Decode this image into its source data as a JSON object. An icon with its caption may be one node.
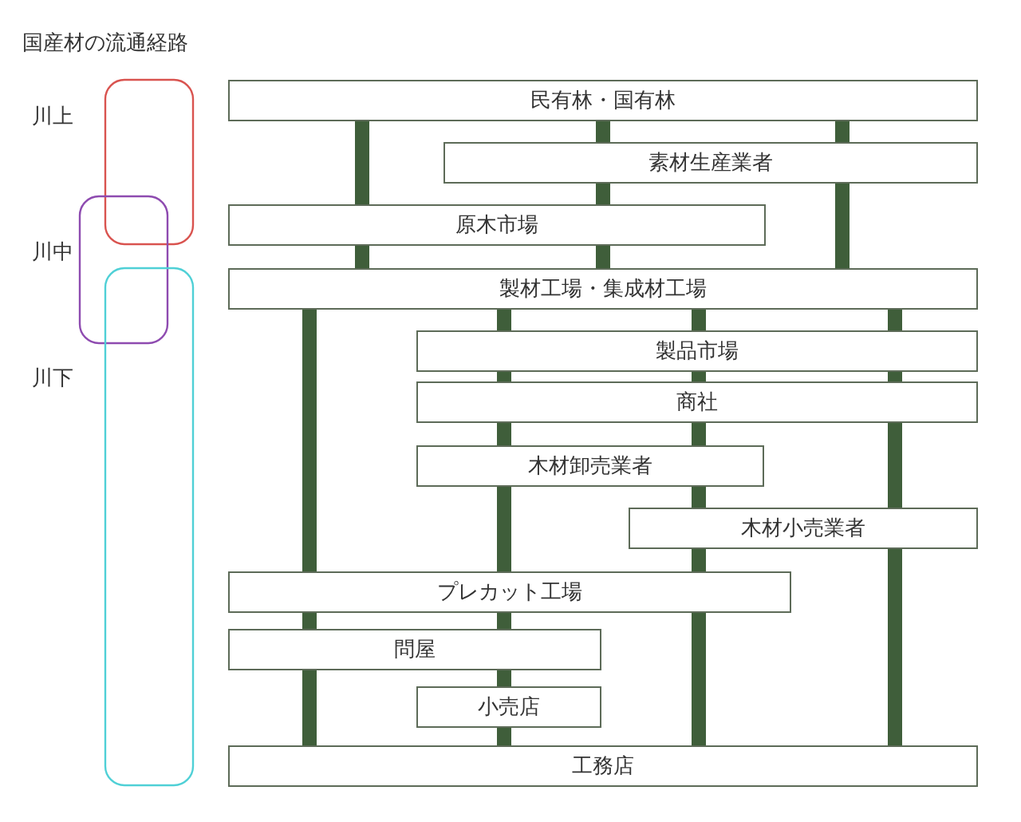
{
  "diagram": {
    "title": "国産材の流通経路",
    "nodes": [
      {
        "text": [
          "民有林・国有林"
        ]
      },
      {
        "text": [
          "素材生産業者"
        ]
      },
      {
        "text": [
          "原木市場"
        ]
      },
      {
        "text": [
          "製材工場・集成材工場"
        ]
      },
      {
        "text": [
          "製品市場"
        ]
      },
      {
        "text": [
          "商社"
        ]
      },
      {
        "text": [
          "木材卸売業者"
        ]
      },
      {
        "text": [
          "木材小売業者"
        ]
      },
      {
        "text": [
          "プレカット工場"
        ]
      },
      {
        "text": [
          "問屋"
        ]
      },
      {
        "text": [
          "小売店"
        ]
      },
      {
        "text": [
          "工務店"
        ]
      },
      {
        "text": [],
        "shape": "box",
        "beside": [
          "川上"
        ]
      },
      {
        "text": [],
        "shape": "box",
        "beside": [
          "川中"
        ]
      },
      {
        "text": [],
        "shape": "box",
        "beside": [
          "川下"
        ]
      }
    ],
    "edges": [
      {
        "from": 0,
        "to": 2,
        "arrow": "none"
      },
      {
        "from": 2,
        "to": 3,
        "arrow": "none"
      },
      {
        "from": 0,
        "to": 1,
        "arrow": "none"
      },
      {
        "from": 1,
        "to": 2,
        "arrow": "none"
      },
      {
        "from": 2,
        "to": 3,
        "arrow": "none"
      },
      {
        "from": 0,
        "to": 1,
        "arrow": "none"
      },
      {
        "from": 1,
        "to": 3,
        "arrow": "none"
      },
      {
        "from": 3,
        "to": 8,
        "arrow": "none"
      },
      {
        "from": 8,
        "to": 9,
        "arrow": "none"
      },
      {
        "from": 9,
        "to": 11,
        "arrow": "none"
      },
      {
        "from": 3,
        "to": 4,
        "arrow": "none"
      },
      {
        "from": 4,
        "to": 5,
        "arrow": "none"
      },
      {
        "from": 5,
        "to": 6,
        "arrow": "none"
      },
      {
        "from": 6,
        "to": 8,
        "arrow": "none"
      },
      {
        "from": 8,
        "to": 9,
        "arrow": "none"
      },
      {
        "from": 9,
        "to": 10,
        "arrow": "none"
      },
      {
        "from": 10,
        "to": 11,
        "arrow": "none"
      },
      {
        "from": 3,
        "to": 4,
        "arrow": "none"
      },
      {
        "from": 4,
        "to": 5,
        "arrow": "none"
      },
      {
        "from": 5,
        "to": 6,
        "arrow": "none"
      },
      {
        "from": 6,
        "to": 7,
        "arrow": "none"
      },
      {
        "from": 7,
        "to": 8,
        "arrow": "none"
      },
      {
        "from": 8,
        "to": 11,
        "arrow": "none"
      },
      {
        "from": 3,
        "to": 4,
        "arrow": "none"
      },
      {
        "from": 4,
        "to": 5,
        "arrow": "none"
      },
      {
        "from": 5,
        "to": 7,
        "arrow": "none"
      },
      {
        "from": 7,
        "to": 11,
        "arrow": "none"
      }
    ]
  }
}
